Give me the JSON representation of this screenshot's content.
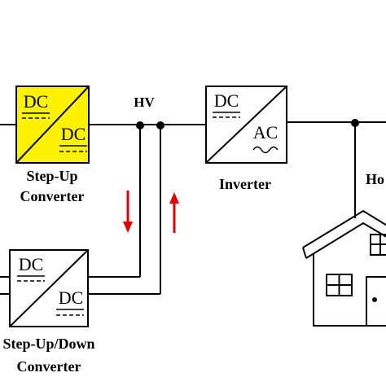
{
  "labels": {
    "hv": "HV",
    "stepup_line1": "Step-Up",
    "stepup_line2": "Converter",
    "inverter": "Inverter",
    "updown_line1": "Step-Up/Down",
    "updown_line2": "Converter",
    "home_partial": "Ho"
  },
  "blocks": {
    "stepup_in": "DC",
    "stepup_out": "DC",
    "inverter_in": "DC",
    "inverter_out": "AC",
    "updown_in": "DC",
    "updown_out": "DC"
  },
  "colors": {
    "stepup_fill": "#FFF200",
    "arrow": "#E00000",
    "line": "#000000"
  },
  "arrows": [
    "down",
    "up"
  ]
}
